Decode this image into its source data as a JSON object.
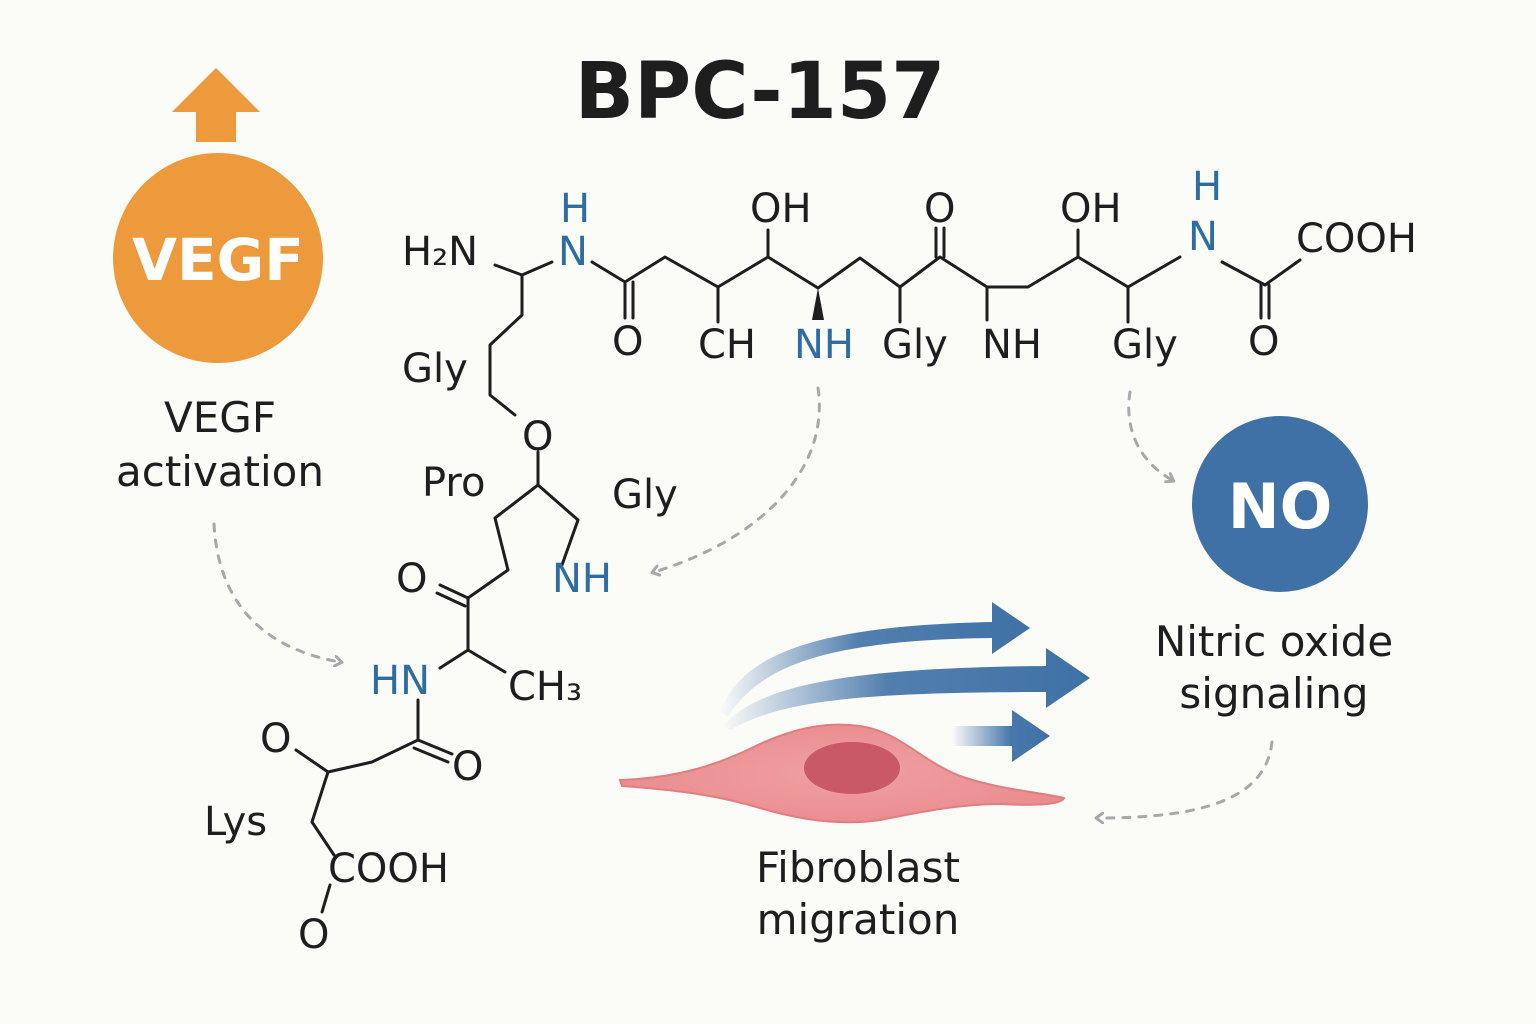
{
  "title": "BPC-157",
  "colors": {
    "vegf": "#ed9a3c",
    "no": "#3f71a6",
    "nitrogen": "#2e6da4",
    "cell": "#e98a8c",
    "nucleus": "#c95964",
    "arrow": "#3f71a6"
  },
  "icons": {
    "up_arrow": "up-arrow-icon",
    "migration_arrows": "arrow-right-icon"
  },
  "vegf": {
    "badge": "VEGF",
    "caption_line1": "VEGF",
    "caption_line2": "activation"
  },
  "no": {
    "badge": "NO",
    "caption_line1": "Nitric oxide",
    "caption_line2": "signaling"
  },
  "fibroblast": {
    "caption_line1": "Fibroblast",
    "caption_line2": "migration"
  },
  "molecule": {
    "h2n": "H₂N",
    "h1": "H",
    "n1": "N",
    "oh1": "OH",
    "o_top": "O",
    "oh2": "OH",
    "h2": "H",
    "n2": "N",
    "cooh_top": "COOH",
    "o1": "O",
    "ch": "CH",
    "nh_blue": "NH",
    "gly1": "Gly",
    "nh2": "NH",
    "gly2": "Gly",
    "o2": "O",
    "gly_left": "Gly",
    "o_ring": "O",
    "pro": "Pro",
    "gly_right": "Gly",
    "o_keto": "O",
    "nh_ring": "NH",
    "hn": "HN",
    "ch3": "CH₃",
    "o_lys1": "O",
    "o_lys2": "O",
    "lys": "Lys",
    "cooh_bottom": "COOH",
    "o_bottom": "O"
  }
}
